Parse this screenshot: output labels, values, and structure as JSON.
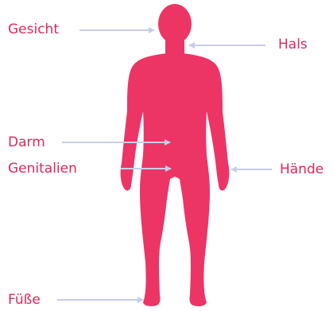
{
  "colors": {
    "body_fill": "#EC3565",
    "label_text": "#E0285A",
    "arrow": "#C9CCEA"
  },
  "labels": {
    "face": "Gesicht",
    "neck": "Hals",
    "bowel": "Darm",
    "genitals": "Genitalien",
    "hands": "Hände",
    "feet": "Füße"
  }
}
